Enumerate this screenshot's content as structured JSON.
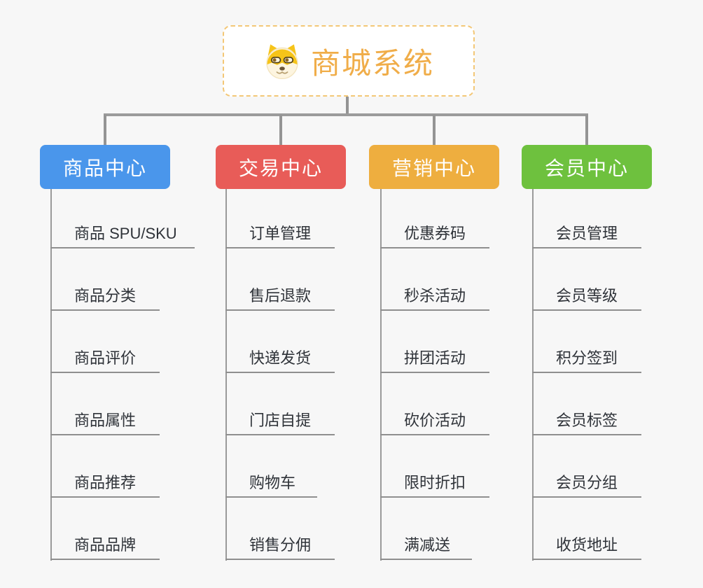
{
  "root": {
    "title": "商城系统",
    "icon": "shiba-dog-icon"
  },
  "branches": [
    {
      "label": "商品中心",
      "color": "#4a96eb",
      "children": [
        "商品 SPU/SKU",
        "商品分类",
        "商品评价",
        "商品属性",
        "商品推荐",
        "商品品牌"
      ]
    },
    {
      "label": "交易中心",
      "color": "#e85c58",
      "children": [
        "订单管理",
        "售后退款",
        "快递发货",
        "门店自提",
        "购物车",
        "销售分佣"
      ]
    },
    {
      "label": "营销中心",
      "color": "#eeae3f",
      "children": [
        "优惠券码",
        "秒杀活动",
        "拼团活动",
        "砍价活动",
        "限时折扣",
        "满减送"
      ]
    },
    {
      "label": "会员中心",
      "color": "#6ec13e",
      "children": [
        "会员管理",
        "会员等级",
        "积分签到",
        "会员标签",
        "会员分组",
        "收货地址"
      ]
    }
  ],
  "colors": {
    "canvas_background": "#f7f7f7",
    "root_title": "#f0ad49",
    "root_border": "#f3c776",
    "connector": "#949494",
    "item_text": "#2f3339"
  }
}
